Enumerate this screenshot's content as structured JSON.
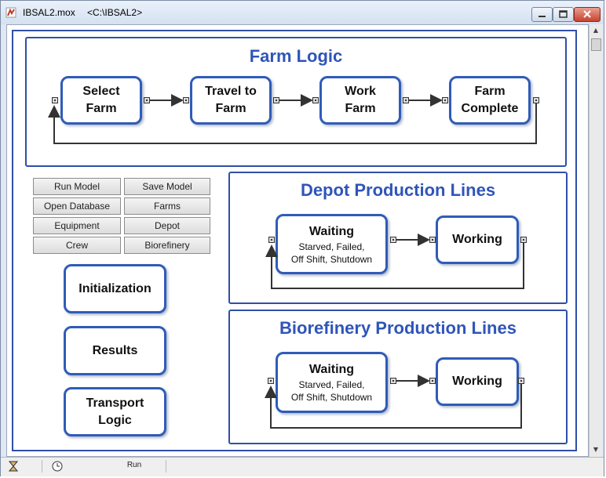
{
  "window": {
    "title": "IBSAL2.mox",
    "path": "<C:\\IBSAL2>"
  },
  "farm_logic": {
    "title": "Farm Logic",
    "boxes": [
      {
        "line1": "Select",
        "line2": "Farm"
      },
      {
        "line1": "Travel to",
        "line2": "Farm"
      },
      {
        "line1": "Work",
        "line2": "Farm"
      },
      {
        "line1": "Farm",
        "line2": "Complete"
      }
    ]
  },
  "controls": {
    "run_model": "Run Model",
    "save_model": "Save Model",
    "open_database": "Open Database",
    "farms": "Farms",
    "equipment": "Equipment",
    "depot": "Depot",
    "crew": "Crew",
    "biorefinery": "Biorefinery"
  },
  "left_boxes": {
    "initialization": "Initialization",
    "results": "Results",
    "transport_line1": "Transport",
    "transport_line2": "Logic"
  },
  "depot": {
    "title": "Depot Production Lines",
    "waiting": "Waiting",
    "waiting_sub1": "Starved, Failed,",
    "waiting_sub2": "Off Shift, Shutdown",
    "working": "Working"
  },
  "biorefinery": {
    "title": "Biorefinery Production Lines",
    "waiting": "Waiting",
    "waiting_sub1": "Starved, Failed,",
    "waiting_sub2": "Off Shift, Shutdown",
    "working": "Working"
  },
  "status": {
    "run_label": "Run"
  },
  "icons": {
    "hourglass": "hourglass-icon",
    "clock": "clock-icon"
  },
  "colors": {
    "panel_border": "#2f4fa8",
    "title_blue": "#2f55b8",
    "box_border": "#2f5cb8"
  }
}
